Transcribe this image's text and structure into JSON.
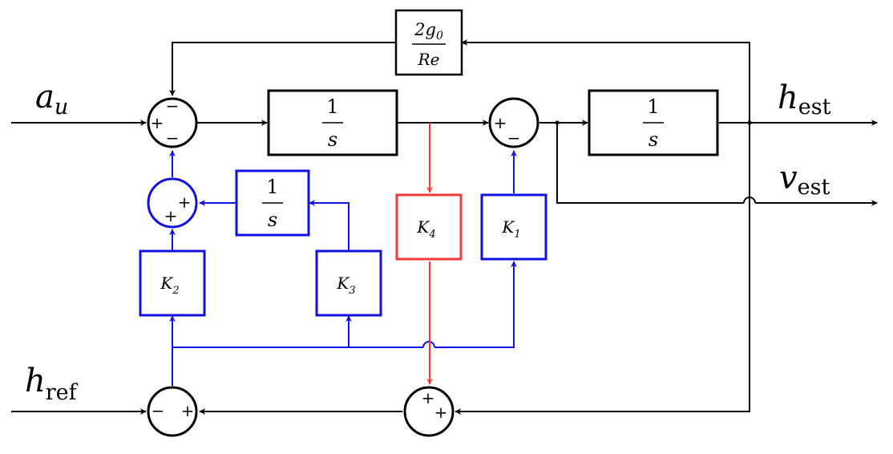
{
  "inputs": {
    "a_main": "a",
    "a_sub": "u",
    "h_main": "h",
    "h_sub": "ref"
  },
  "outputs": {
    "h_main": "h",
    "h_sub": "est",
    "v_main": "v",
    "v_sub": "est"
  },
  "blocks": {
    "feedback_num_a": "2g",
    "feedback_num_sub": "0",
    "feedback_den": "Re",
    "integrator_num": "1",
    "integrator_den": "s",
    "k1_main": "K",
    "k1_sub": "1",
    "k2_main": "K",
    "k2_sub": "2",
    "k3_main": "K",
    "k3_sub": "3",
    "k4_main": "K",
    "k4_sub": "4"
  },
  "signs": {
    "sum1_left": "+",
    "sum1_top": "−",
    "sum1_bottom": "−",
    "sum2_left": "+",
    "sum2_bottom": "−",
    "sum3_right": "+",
    "sum3_bottom": "+",
    "sum4_left": "−",
    "sum4_right": "+",
    "sum5_top": "+",
    "sum5_right": "+"
  },
  "colors": {
    "main": "#000000",
    "blue_path": "#1010e0",
    "red_path": "#f03a3a"
  }
}
